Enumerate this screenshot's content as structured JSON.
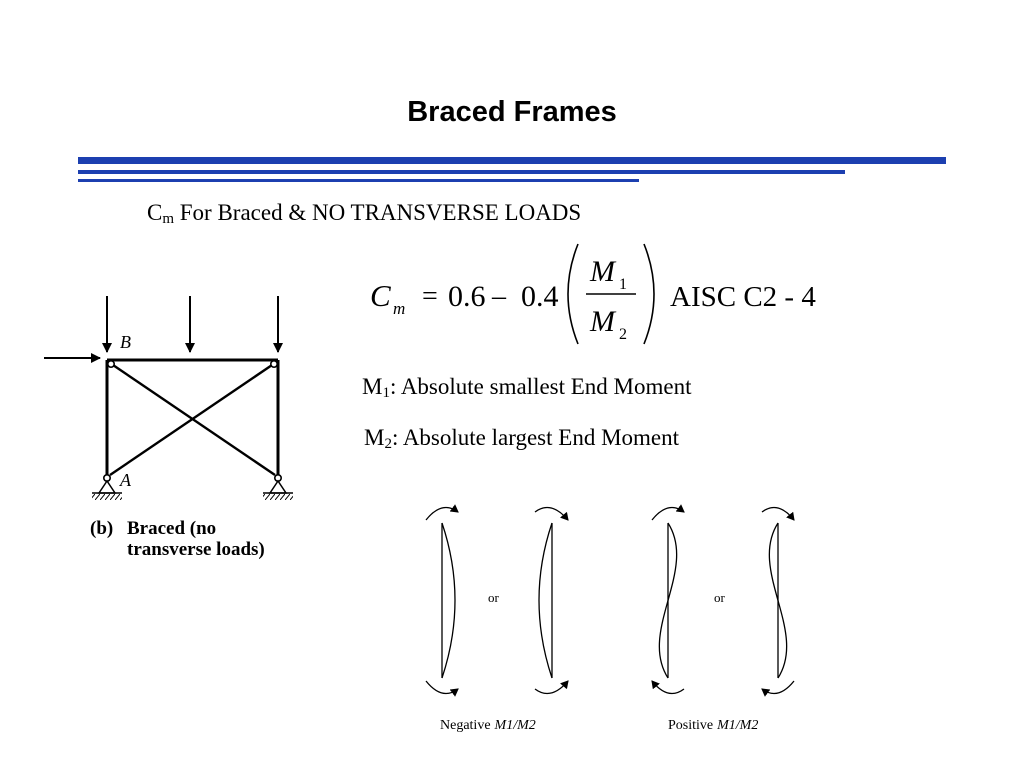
{
  "slide": {
    "title": "Braced Frames",
    "subtitle": {
      "main": "C",
      "sub": "m",
      "rest": " For Braced & NO TRANSVERSE LOADS"
    },
    "colors": {
      "accent_rule": "#1c3fb0",
      "text": "#000000"
    }
  },
  "formula": {
    "lhs": "C",
    "lhs_sub": "m",
    "eq": "=",
    "c1": "0.6",
    "minus": "–",
    "c2": "0.4",
    "num": "M",
    "num_sub": "1",
    "den": "M",
    "den_sub": "2",
    "ref": "AISC C2 - 4"
  },
  "definitions": [
    {
      "sym": "M",
      "sub": "1",
      "text": ": Absolute smallest End Moment"
    },
    {
      "sym": "M",
      "sub": "2",
      "text": ": Absolute largest End Moment"
    }
  ],
  "frame_figure": {
    "node_top": "B",
    "node_bottom": "A",
    "caption_tag": "(b)",
    "caption_line1": "Braced (no",
    "caption_line2": "transverse loads)"
  },
  "moment_diagrams": {
    "or_label": "or",
    "negative": {
      "word": "Negative",
      "ratio": "M1/M2"
    },
    "positive": {
      "word": "Positive",
      "ratio": "M1/M2"
    }
  }
}
